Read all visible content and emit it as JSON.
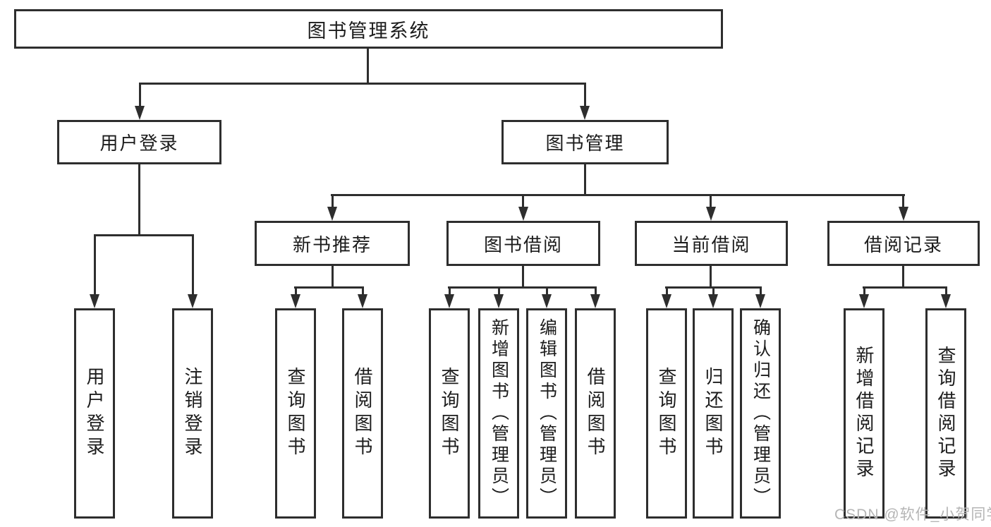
{
  "diagram": {
    "type": "hierarchy-tree",
    "root": {
      "label": "图书管理系统"
    },
    "level2": [
      {
        "label": "用户登录",
        "children": [
          {
            "label": "用户登录"
          },
          {
            "label": "注销登录"
          }
        ]
      },
      {
        "label": "图书管理"
      }
    ],
    "level3": [
      {
        "label": "新书推荐",
        "children": [
          {
            "label": "查询图书"
          },
          {
            "label": "借阅图书"
          }
        ]
      },
      {
        "label": "图书借阅",
        "children": [
          {
            "label": "查询图书"
          },
          {
            "label": "新增图书（管理员）"
          },
          {
            "label": "编辑图书（管理员）"
          },
          {
            "label": "借阅图书"
          }
        ]
      },
      {
        "label": "当前借阅",
        "children": [
          {
            "label": "查询图书"
          },
          {
            "label": "归还图书"
          },
          {
            "label": "确认归还（管理员）"
          }
        ]
      },
      {
        "label": "借阅记录",
        "children": [
          {
            "label": "新增借阅记录"
          },
          {
            "label": "查询借阅记录"
          }
        ]
      }
    ]
  },
  "watermark": {
    "text": "CSDN @软件_小贺同学"
  },
  "colors": {
    "line": "#2e2e2e",
    "text": "#1c1c1c",
    "watermark": "#b5b5b5",
    "background": "#ffffff"
  }
}
